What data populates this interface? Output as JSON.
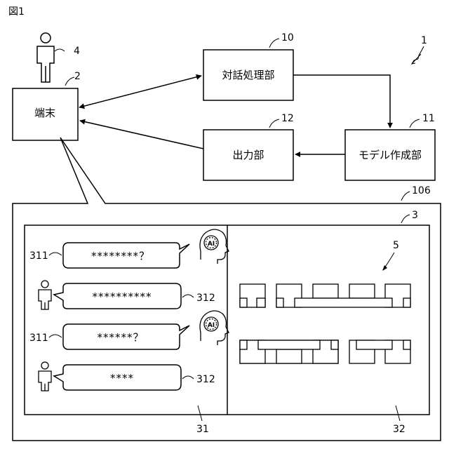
{
  "figure": {
    "label": "図1",
    "system_ref": "1",
    "user_ref": "4",
    "terminal": {
      "ref": "2",
      "label": "端末"
    },
    "dialogue_unit": {
      "ref": "10",
      "label": "対話処理部"
    },
    "model_unit": {
      "ref": "11",
      "label": "モデル作成部"
    },
    "output_unit": {
      "ref": "12",
      "label": "出力部"
    },
    "screen_ref": "106",
    "panel_ref": "3",
    "model_ref": "5",
    "chat_area_ref": "31",
    "model_area_ref": "32",
    "ai_icon_text": "AI",
    "messages": [
      {
        "ref": "311",
        "text": "********？"
      },
      {
        "ref": "312",
        "text": "**********"
      },
      {
        "ref": "311",
        "text": "******？"
      },
      {
        "ref": "312",
        "text": "****"
      }
    ]
  }
}
